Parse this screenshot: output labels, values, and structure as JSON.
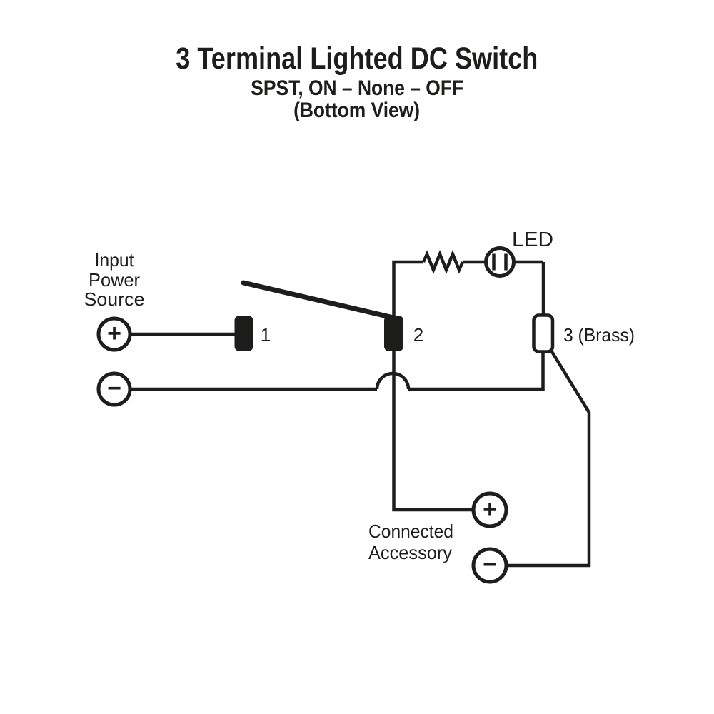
{
  "page": {
    "background_color": "#ffffff",
    "line_color": "#1d1d1b"
  },
  "header": {
    "title": "3 Terminal Lighted DC Switch",
    "subtitle": "SPST, ON – None – OFF",
    "view_note": "(Bottom View)"
  },
  "diagram": {
    "input_power_source": {
      "label_line1": "Input",
      "label_line2": "Power",
      "label_line3": "Source",
      "positive_symbol": "+",
      "negative_symbol": "−"
    },
    "terminals": [
      {
        "label": "1",
        "style": "black"
      },
      {
        "label": "2",
        "style": "black"
      },
      {
        "label": "3 (Brass)",
        "style": "brass"
      }
    ],
    "led_label": "LED",
    "connected_accessory": {
      "label_line1": "Connected",
      "label_line2": "Accessory",
      "positive_symbol": "+",
      "negative_symbol": "−"
    },
    "icons": {
      "resistor": "resistor-zigzag",
      "led": "led-lamp-circle",
      "wire_jump": "wire-crossover-hop",
      "plus": "+",
      "minus": "−"
    }
  }
}
